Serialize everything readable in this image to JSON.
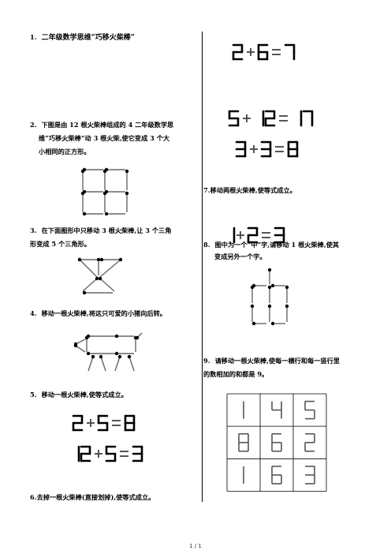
{
  "left": {
    "q1": {
      "num": "1.",
      "text": "二年级数学思维“巧移火柴棒”"
    },
    "q2": {
      "num": "2.",
      "line1": "下图是由 12 根火柴棒组成的 4 二年级数学思",
      "line2": "维“巧移火柴棒”动 3 根火柴,使它变成 3 个大",
      "line3": "小相同的正方形。"
    },
    "q3": {
      "num": "3.",
      "line1": "在下面图形中只移动 3 根火柴棒,让 3 个三角",
      "line2": "形变成 5 个三角形。"
    },
    "q4": {
      "num": "4.",
      "text": "移动一根火柴棒,将这只可爱的小猪向后转。"
    },
    "q5": {
      "num": "5.",
      "text": "移动一根火柴棒,使等式成立。"
    },
    "q6": {
      "num": "6.",
      "text": "去掉一根火柴棒(直接划掉),使等式成立。"
    }
  },
  "right": {
    "q7": {
      "num": "7.",
      "text": "移动两根火柴棒,使等式成立。"
    },
    "q8": {
      "num": "8.",
      "line1": "图中为一个“中”字,请移动 1 根火柴棒,使其",
      "line2": "变成另外一个字。"
    },
    "q9": {
      "num": "9.",
      "line1": "请移动一根火柴棒,使每一横行和每一竖行里",
      "line2": "的数相加的和都是 9。"
    }
  },
  "equations": {
    "eq5a": "2+5=8",
    "eq5b": "12+5=3",
    "eq6": "2+6=7",
    "eq7a": "5+12=17",
    "eq7b": "3+3=8",
    "eq8": "1+2=3"
  },
  "grid9": [
    [
      "1",
      "4",
      "5"
    ],
    [
      "8",
      "6",
      "2"
    ],
    [
      "1",
      "6",
      "3"
    ]
  ],
  "footer": "1 / 1"
}
